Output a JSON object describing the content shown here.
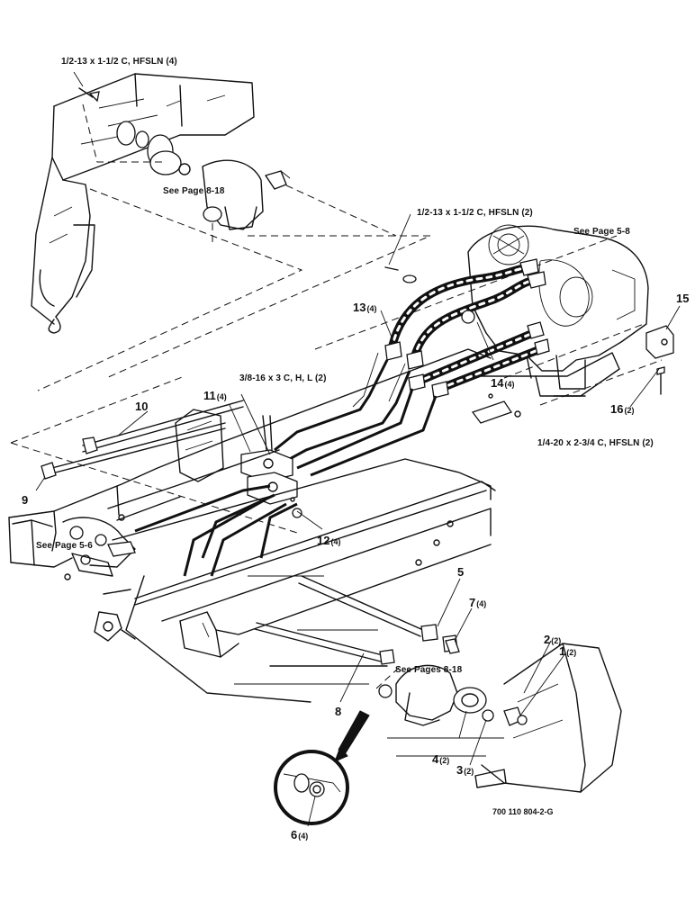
{
  "notes": {
    "bolt_top_left": "1/2-13 x 1-1/2 C, HFSLN (4)",
    "bolt_top_right": "1/2-13 x 1-1/2 C, HFSLN (2)",
    "bolt_bottom_right": "1/4-20 x 2-3/4 C, HFSLN (2)",
    "bolt_center": "3/8-16 x 3 C, H, L (2)",
    "see_page_top": "See Page 8-18",
    "see_page_gearbox": "See Page 5-8",
    "see_page_left": "See Page 5-6",
    "see_pages_motor": "See Pages 8-18"
  },
  "callouts": [
    {
      "num": "1",
      "qty": "(2)"
    },
    {
      "num": "2",
      "qty": "(2)"
    },
    {
      "num": "3",
      "qty": "(2)"
    },
    {
      "num": "4",
      "qty": "(2)"
    },
    {
      "num": "5",
      "qty": ""
    },
    {
      "num": "6",
      "qty": "(4)"
    },
    {
      "num": "7",
      "qty": "(4)"
    },
    {
      "num": "8",
      "qty": ""
    },
    {
      "num": "9",
      "qty": ""
    },
    {
      "num": "10",
      "qty": ""
    },
    {
      "num": "11",
      "qty": "(4)"
    },
    {
      "num": "12",
      "qty": "(4)"
    },
    {
      "num": "13",
      "qty": "(4)"
    },
    {
      "num": "14",
      "qty": "(4)"
    },
    {
      "num": "15",
      "qty": ""
    },
    {
      "num": "16",
      "qty": "(2)"
    }
  ],
  "drawing_code": "700 110 804-2-G"
}
